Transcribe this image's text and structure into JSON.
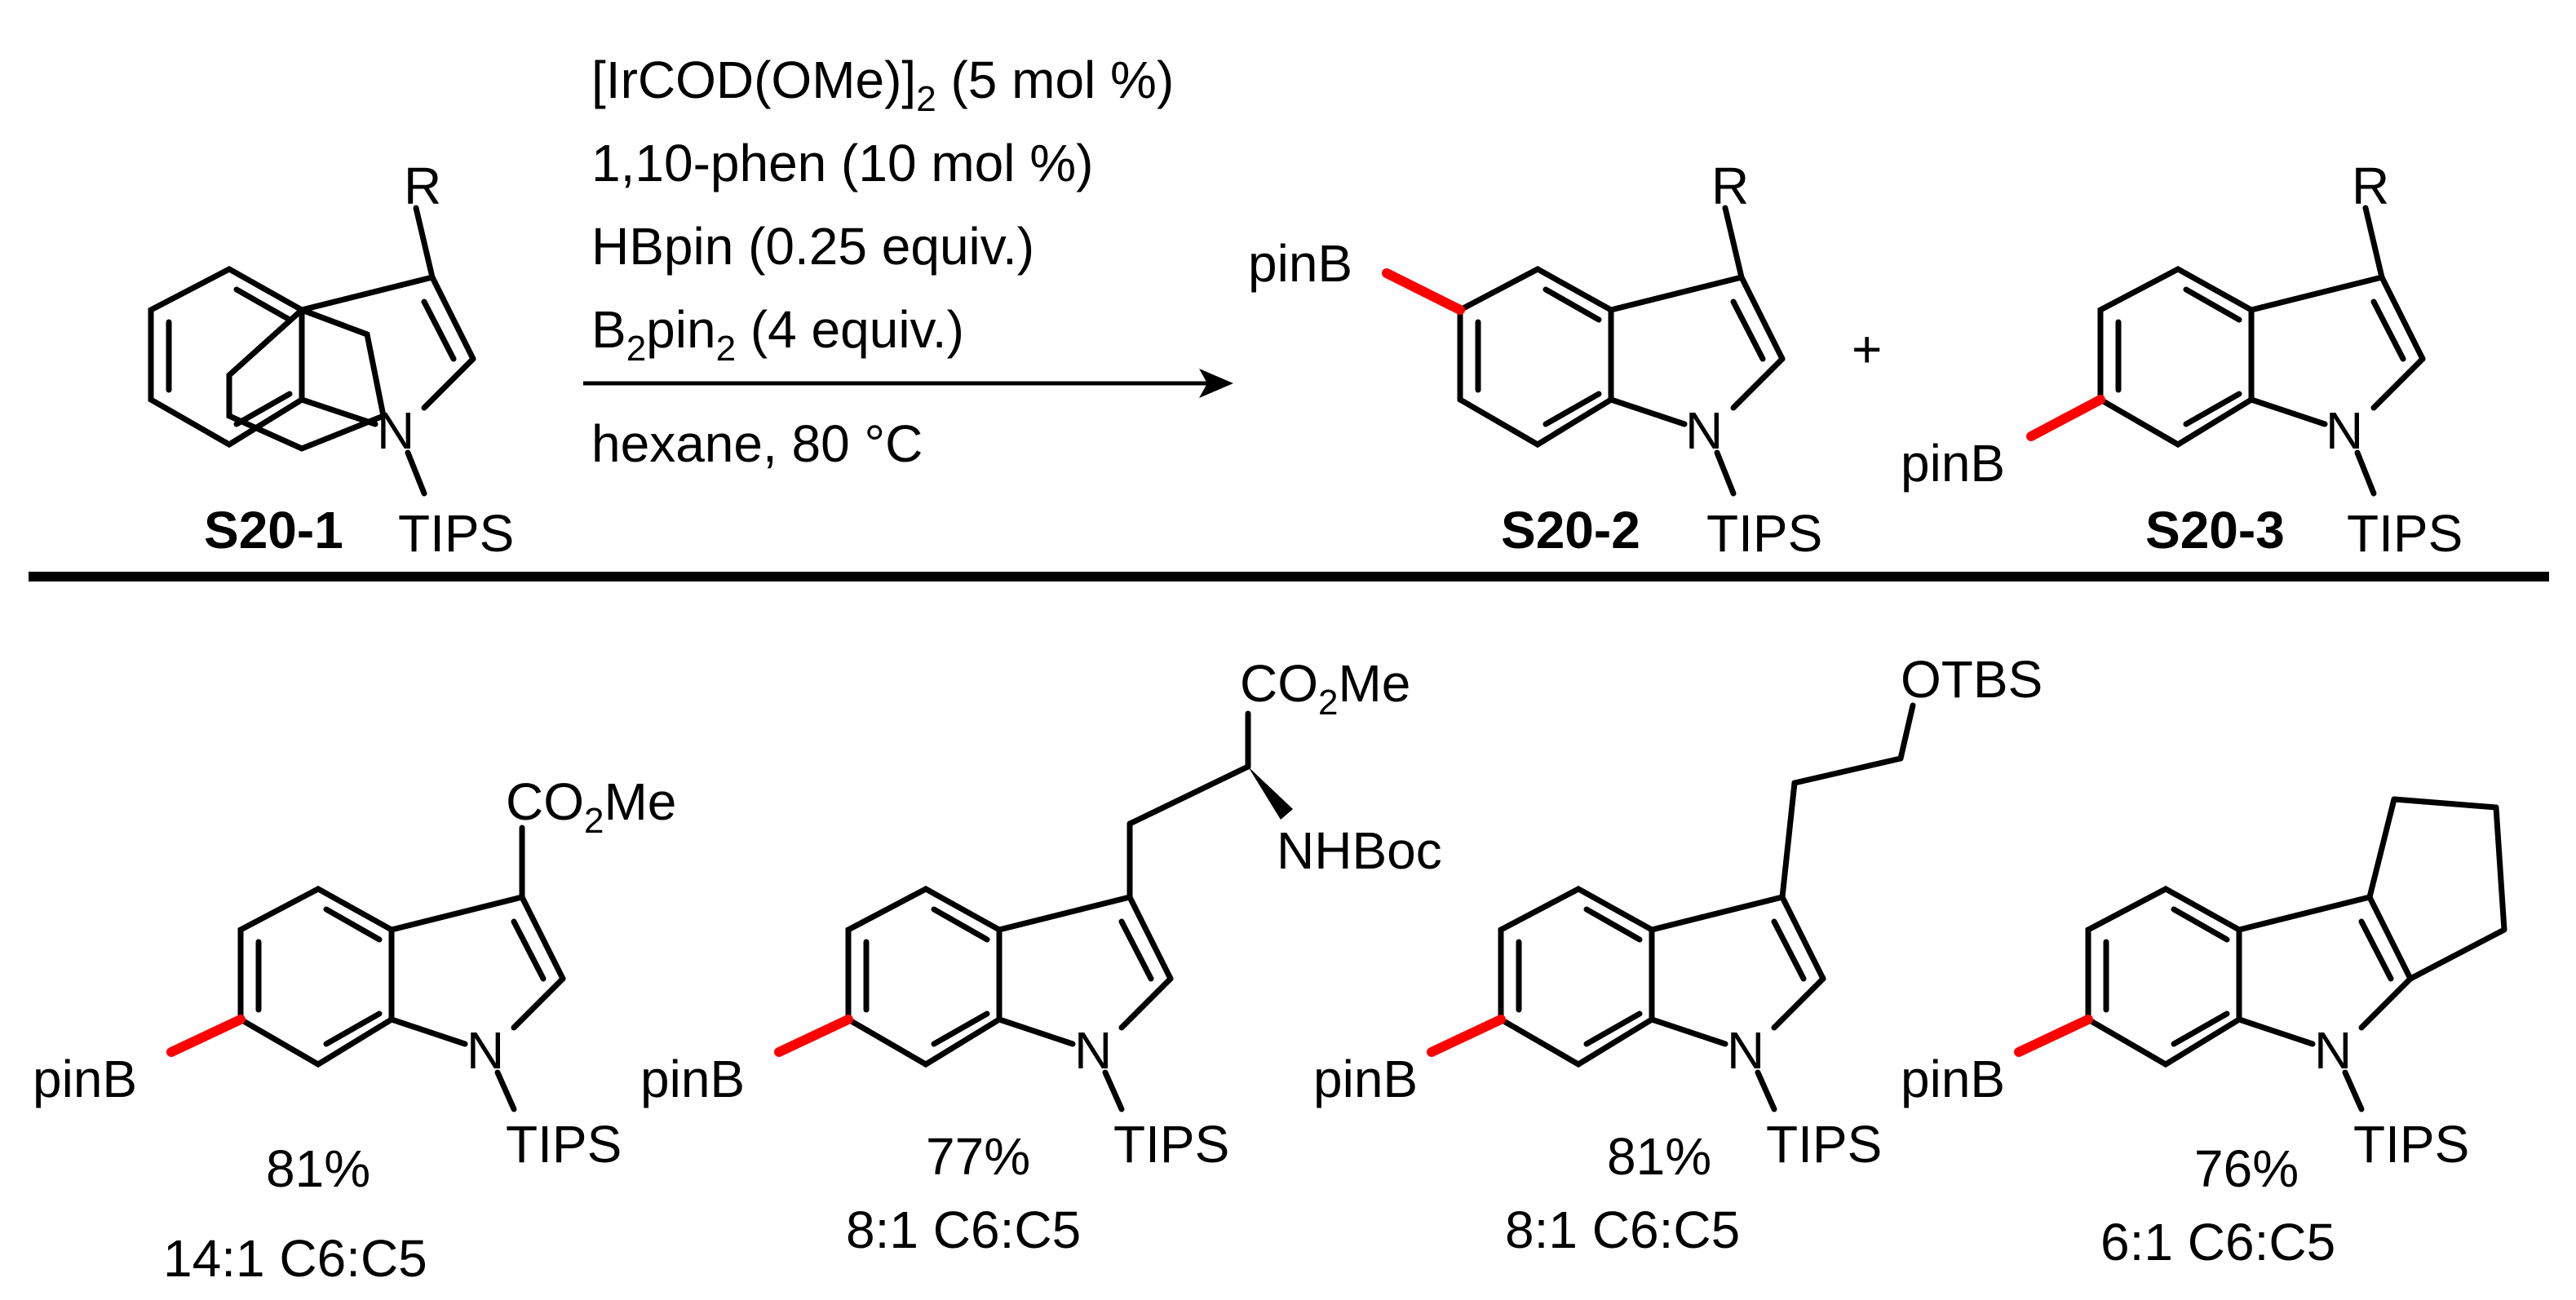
{
  "reaction": {
    "conditions": [
      "[IrCOD(OMe)]2 (5 mol %)",
      "1,10-phen (10 mol %)",
      "HBpin (0.25 equiv.)",
      "B2pin2 (4 equiv.)",
      "hexane, 80 °C"
    ],
    "cond_line1_main": "[IrCOD(OMe)]",
    "cond_line1_sub": "2",
    "cond_line1_tail": " (5 mol %)",
    "cond_line2": "1,10-phen (10 mol %)",
    "cond_line3": "HBpin (0.25 equiv.)",
    "cond_line4_a": "B",
    "cond_line4_sub1": "2",
    "cond_line4_b": "pin",
    "cond_line4_sub2": "2",
    "cond_line4_c": " (4 equiv.)",
    "cond_line5": "hexane, 80 °C",
    "plus": "+"
  },
  "compounds": {
    "s20_1": "S20-1",
    "s20_2": "S20-2",
    "s20_3": "S20-3"
  },
  "atoms": {
    "R": "R",
    "N": "N",
    "TIPS": "TIPS",
    "pinB": "pinB",
    "CO": "CO",
    "two": "2",
    "Me": "Me",
    "NHBoc": "NHBoc",
    "OTBS": "OTBS"
  },
  "results": [
    {
      "yield": "81%",
      "ratio": "14:1 C6:C5"
    },
    {
      "yield": "77%",
      "ratio": "8:1 C6:C5"
    },
    {
      "yield": "81%",
      "ratio": "8:1 C6:C5"
    },
    {
      "yield": "76%",
      "ratio": "6:1 C6:C5"
    }
  ],
  "colors": {
    "highlight_bond": "#ff0000",
    "ink": "#000000"
  }
}
